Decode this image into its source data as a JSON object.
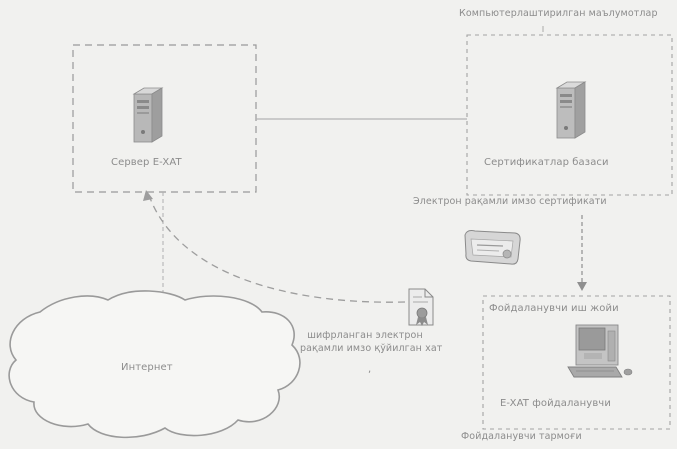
{
  "caption_top_right": "Компьютерлаштирилган маълумотлар",
  "left_box": {
    "label": "Сервер E-XAT"
  },
  "right_box": {
    "label": "Сертификатлар базаси"
  },
  "middle_caption": "Электрон рақамли имзо сертификати",
  "bottom_box": {
    "title": "Фойдаланувчи иш жойи",
    "label": "E-XAT фойдаланувчи"
  },
  "cloud": {
    "label": "Интернет"
  },
  "document_caption": {
    "line1": "шифрланган электрон",
    "line2": "рақамли имзо қўйилган хат"
  },
  "bottom_caption": "Фойдаланувчи тармоғи"
}
